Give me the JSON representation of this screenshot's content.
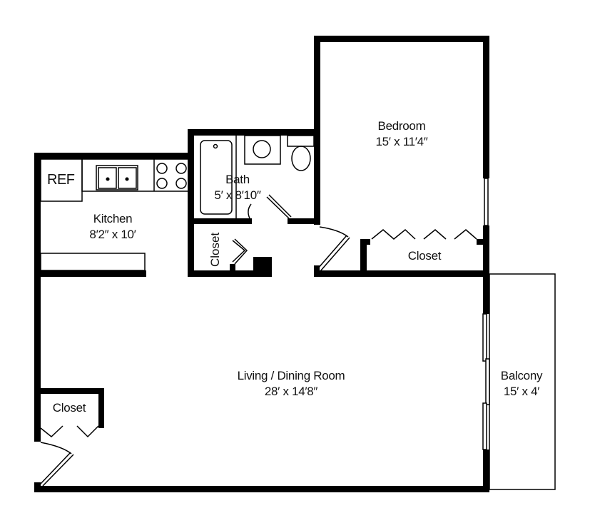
{
  "floorplan": {
    "rooms": [
      {
        "id": "bedroom",
        "name": "Bedroom",
        "dimensions": "15′ x 11′4″"
      },
      {
        "id": "bath",
        "name": "Bath",
        "dimensions": "5′ x 8′10″"
      },
      {
        "id": "kitchen",
        "name": "Kitchen",
        "dimensions": "8′2″ x 10′"
      },
      {
        "id": "living",
        "name": "Living / Dining Room",
        "dimensions": "28′ x 14′8″"
      },
      {
        "id": "balcony",
        "name": "Balcony",
        "dimensions": "15′ x 4′"
      }
    ],
    "closets": {
      "hall": "Closet",
      "bedroom": "Closet",
      "entry": "Closet"
    },
    "fixtures": {
      "refrigerator": "REF"
    },
    "colors": {
      "wall": "#000000",
      "background": "#ffffff"
    }
  }
}
